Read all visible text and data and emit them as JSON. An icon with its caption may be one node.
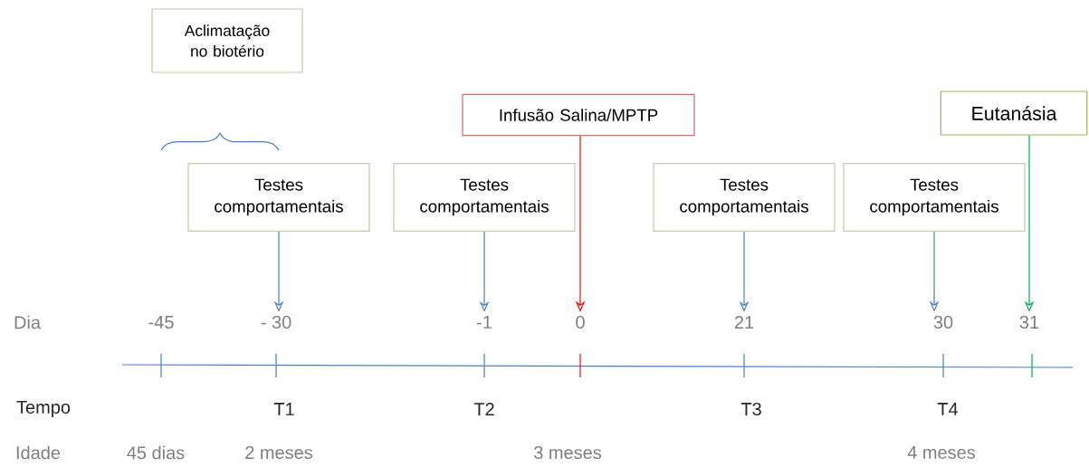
{
  "diagram": {
    "nodes": [
      {
        "text": [
          "Aclimatação no biotério"
        ]
      },
      {
        "text": [
          "Testes comportamentais"
        ]
      },
      {
        "text": [
          "Testes comportamentais"
        ]
      },
      {
        "text": [
          "Infusão Salina/MPTP"
        ]
      },
      {
        "text": [
          "Testes comportamentais"
        ]
      },
      {
        "text": [
          "Testes comportamentais"
        ]
      },
      {
        "text": [
          "Eutanásia"
        ]
      },
      {
        "text": [
          "- 30"
        ]
      },
      {
        "text": [
          "-1"
        ]
      },
      {
        "text": [
          "0"
        ]
      },
      {
        "text": [
          "21"
        ]
      },
      {
        "text": [
          "30"
        ]
      },
      {
        "text": [
          "31"
        ]
      }
    ],
    "edges": [
      {
        "from": 1,
        "to": 7,
        "arrow": "to"
      },
      {
        "from": 2,
        "to": 8,
        "arrow": "to"
      },
      {
        "from": 3,
        "to": 9,
        "arrow": "to",
        "color": "#ff0000"
      },
      {
        "from": 4,
        "to": 10,
        "arrow": "to"
      },
      {
        "from": 5,
        "to": 11,
        "arrow": "to"
      },
      {
        "from": 6,
        "to": 12,
        "arrow": "to",
        "color": "#00b050"
      }
    ],
    "labels": [
      "Dia",
      "-45",
      "Tempo",
      "T1",
      "T2",
      "T3",
      "T4",
      "Idade",
      "45 dias",
      "2 meses",
      "3 meses",
      "4 meses"
    ]
  }
}
